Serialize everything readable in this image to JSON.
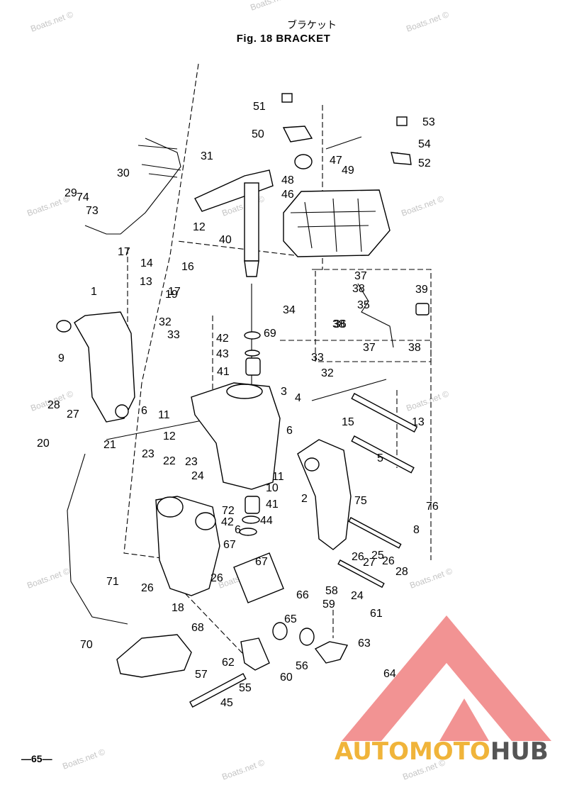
{
  "header": {
    "title_jp": "ブラケット",
    "title_en": "Fig. 18   BRACKET"
  },
  "page_number": "—65—",
  "watermark": "Boats.net ©",
  "logo": {
    "text_part1": "AUTOMOTO",
    "text_part2": "HUB",
    "color_primary": "#f08080",
    "color_accent": "#f0b43a",
    "color_dark": "#555555"
  },
  "callouts": [
    "1",
    "2",
    "3",
    "4",
    "5",
    "6",
    "6",
    "6",
    "8",
    "9",
    "10",
    "11",
    "11",
    "12",
    "12",
    "13",
    "13",
    "14",
    "15",
    "16",
    "17",
    "17",
    "18",
    "19",
    "20",
    "21",
    "22",
    "23",
    "23",
    "24",
    "24",
    "25",
    "26",
    "26",
    "26",
    "26",
    "27",
    "27",
    "28",
    "28",
    "29",
    "30",
    "31",
    "32",
    "32",
    "33",
    "33",
    "34",
    "35",
    "36",
    "37",
    "37",
    "38",
    "38",
    "38",
    "39",
    "40",
    "41",
    "41",
    "42",
    "42",
    "43",
    "44",
    "45",
    "46",
    "47",
    "48",
    "49",
    "50",
    "51",
    "52",
    "53",
    "54",
    "55",
    "56",
    "57",
    "58",
    "59",
    "60",
    "61",
    "62",
    "63",
    "64",
    "65",
    "66",
    "67",
    "67",
    "68",
    "69",
    "70",
    "71",
    "72",
    "73",
    "74",
    "75",
    "76"
  ]
}
